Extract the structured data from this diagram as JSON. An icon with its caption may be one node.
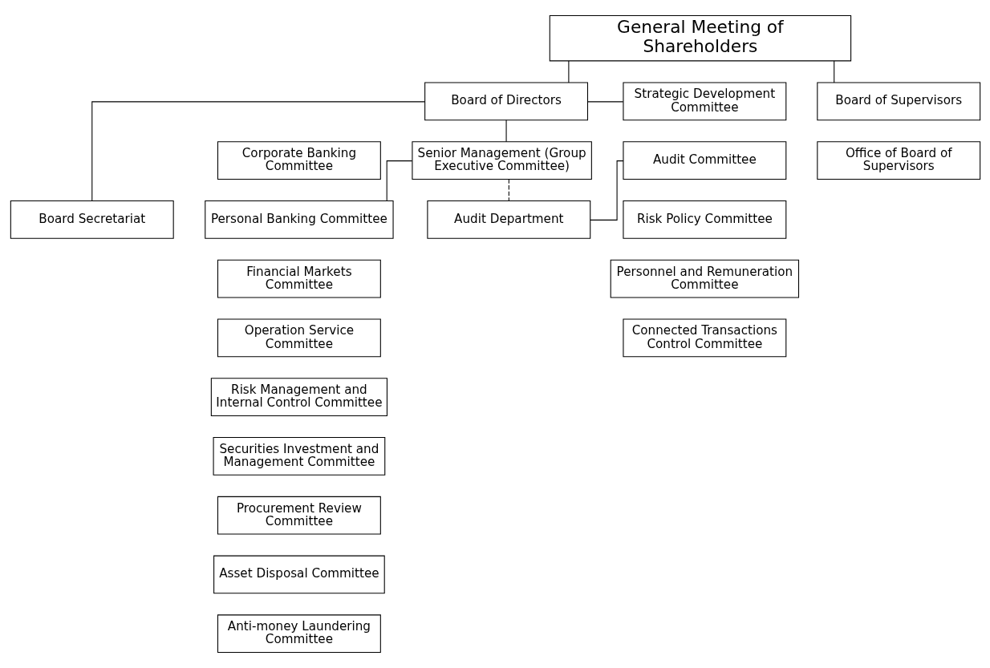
{
  "diagram": {
    "nodes": [
      {
        "text": [
          "General Meeting of Shareholders"
        ]
      },
      {
        "text": [
          "Strategic Development Committee"
        ]
      },
      {
        "text": [
          "Audit Committee"
        ]
      },
      {
        "text": [
          "Risk Policy Committee"
        ]
      },
      {
        "text": [
          "Personnel and Remuneration Committee"
        ]
      },
      {
        "text": [
          "Connected Transactions Control Committee"
        ]
      },
      {
        "text": [
          "Board of Directors"
        ]
      },
      {
        "text": [
          "Board of Supervisors"
        ]
      },
      {
        "text": [
          "Office of Board of Supervisors"
        ]
      },
      {
        "text": [
          "Board Secretariat"
        ]
      },
      {
        "text": [
          "Senior Management (Group Executive Committee)"
        ]
      },
      {
        "text": [
          "Corporate Banking Committee"
        ]
      },
      {
        "text": [
          "Personal Banking Committee"
        ]
      },
      {
        "text": [
          "Financial Markets Committee"
        ]
      },
      {
        "text": [
          "Operation Service Committee"
        ]
      },
      {
        "text": [
          "Risk Management and Internal Control Committee"
        ]
      },
      {
        "text": [
          "Securities Investment and Management Committee"
        ]
      },
      {
        "text": [
          "Procurement Review Committee"
        ]
      },
      {
        "text": [
          "Asset Disposal Committee"
        ]
      },
      {
        "text": [
          "Anti-money Laundering Committee"
        ]
      },
      {
        "text": [
          "Audit Department"
        ]
      }
    ],
    "edges": [
      {
        "from": 0,
        "to": 6,
        "arrow": "none"
      },
      {
        "from": 0,
        "to": 7,
        "arrow": "none"
      },
      {
        "from": 1,
        "to": 6,
        "arrow": "none"
      },
      {
        "from": 6,
        "to": 9,
        "arrow": "none"
      },
      {
        "from": 6,
        "to": 10,
        "arrow": "none"
      },
      {
        "from": 10,
        "to": 12,
        "arrow": "none"
      },
      {
        "from": 2,
        "to": 20,
        "arrow": "none"
      },
      {
        "from": 10,
        "to": 20,
        "arrow": "none",
        "style": "dashed"
      }
    ]
  }
}
